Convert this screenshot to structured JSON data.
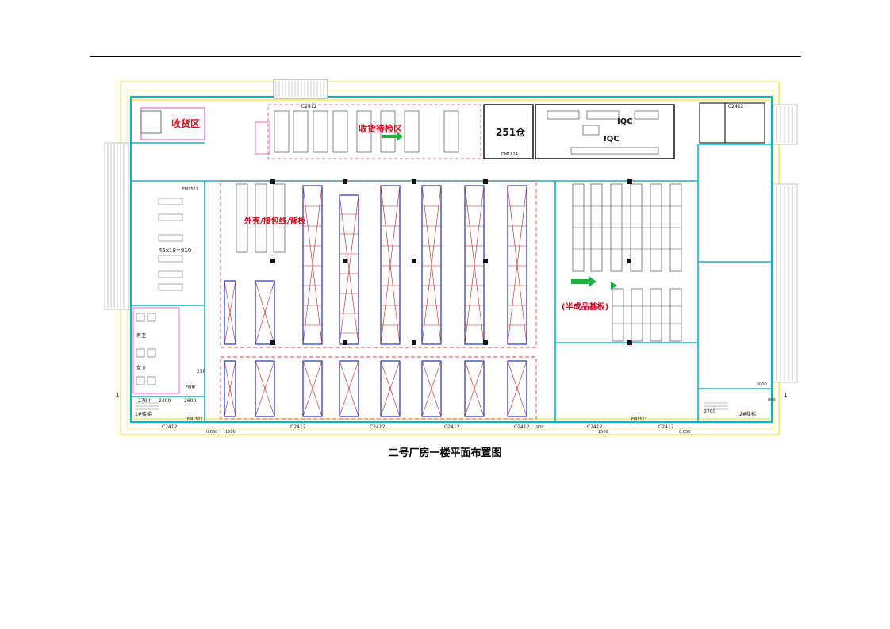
{
  "caption": "二号厂房一楼平面布置图",
  "zones": {
    "receiving": "收货区",
    "inspection_wait": "收货待检区",
    "warehouse_251": "251仓",
    "iqc_a": "IQC",
    "iqc_b": "IQC",
    "shell_area": "外壳/接包线/背板",
    "semi_finished": "(半成品基板)",
    "dim_small": "45x18=810"
  },
  "tags": {
    "c2412": "C2412",
    "c2412_b": "C2412",
    "c2412_c": "C2412",
    "c2412_d": "C2412",
    "c2412_e": "C2412",
    "c2412_f": "C2412",
    "c2412_g": "C2412",
    "c2412_h": "C2412",
    "c2412_i": "C2412",
    "dim_2700": "2700",
    "dim_2400": "2400",
    "dim_2600": "2600",
    "dim_2700b": "2700",
    "dim_250": "250",
    "stair_1": "1#楼梯",
    "stair_2": "2#楼梯",
    "grid_1": "1",
    "grid_1b": "1",
    "fm": "FM甲",
    "fm1521": "FM1521",
    "fm1521b": "FM1521",
    "fm1521c": "FM1521",
    "elev": "0.050",
    "elev_b": "0.050",
    "wash_m": "男卫",
    "wash_f": "女卫",
    "dm1824": "DM1824",
    "dim_1500": "1500",
    "dim_1500b": "1500",
    "dim_900": "900",
    "dim_3000": "3000",
    "dim_800": "800"
  }
}
